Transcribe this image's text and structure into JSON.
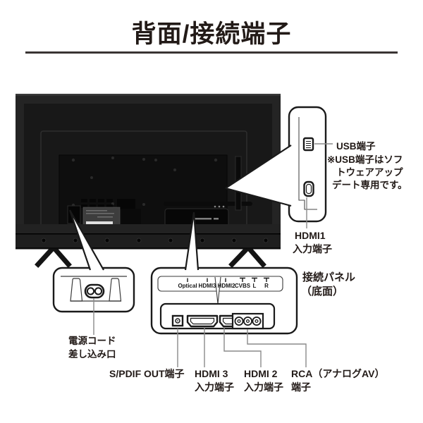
{
  "header": {
    "title": "背面/接続端子"
  },
  "side_panel": {
    "usb_label": "USB端子",
    "usb_note_line1": "※USB端子はソフ",
    "usb_note_line2": "トウェアアップ",
    "usb_note_line3": "デート専用です。",
    "hdmi1_line1": "HDMI1",
    "hdmi1_line2": "入力端子"
  },
  "bottom_panel": {
    "title_line1": "接続パネル",
    "title_line2": "（底面）",
    "port_labels": [
      "Optical",
      "HDMI3",
      "HDMI2",
      "CVBS",
      "L",
      "R"
    ]
  },
  "labels": {
    "power_line1": "電源コード",
    "power_line2": "差し込み口",
    "spdif": "S/PDIF OUT端子",
    "hdmi3_line1": "HDMI 3",
    "hdmi3_line2": "入力端子",
    "hdmi2_line1": "HDMI 2",
    "hdmi2_line2": "入力端子",
    "rca_line1": "RCA（アナログAV）",
    "rca_line2": "端子"
  },
  "icons": [
    "usb-port-icon",
    "hdmi-port-icon",
    "spdif-port-icon",
    "rca-jacks-icon",
    "power-socket-icon"
  ],
  "colors": {
    "title_black": "#221a17",
    "line_black": "#1a1a1a",
    "leader_gray": "#8a8a8a",
    "tv_body": "#1b1b1b"
  }
}
